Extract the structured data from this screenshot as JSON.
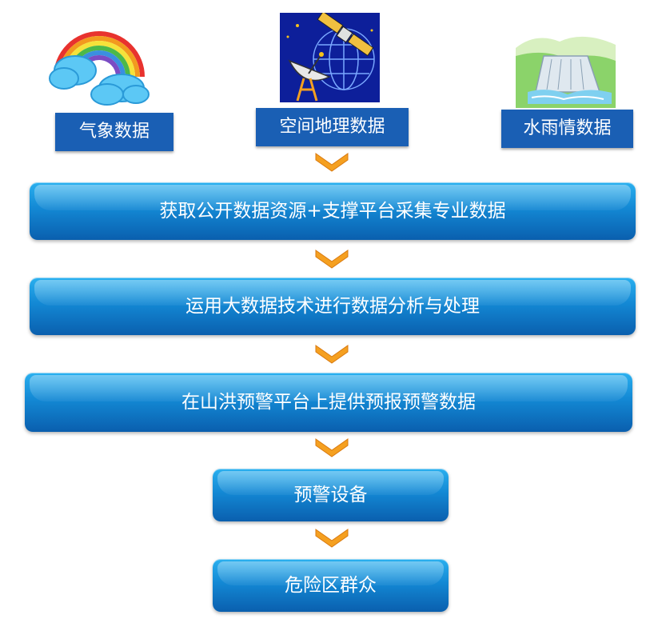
{
  "sources": [
    {
      "label": "气象数据",
      "icon": "rainbow-cloud-icon"
    },
    {
      "label": "空间地理数据",
      "icon": "satellite-dish-icon"
    },
    {
      "label": "水雨情数据",
      "icon": "dam-reservoir-icon"
    }
  ],
  "steps": [
    "获取公开数据资源+支撑平台采集专业数据",
    "运用大数据技术进行数据分析与处理",
    "在山洪预警平台上提供预报预警数据",
    "预警设备",
    "危险区群众"
  ],
  "colors": {
    "label_bg": "#1a5fb4",
    "step_top": "#2ab0ef",
    "step_bottom": "#0a5fae",
    "arrow": "#f5a020"
  }
}
